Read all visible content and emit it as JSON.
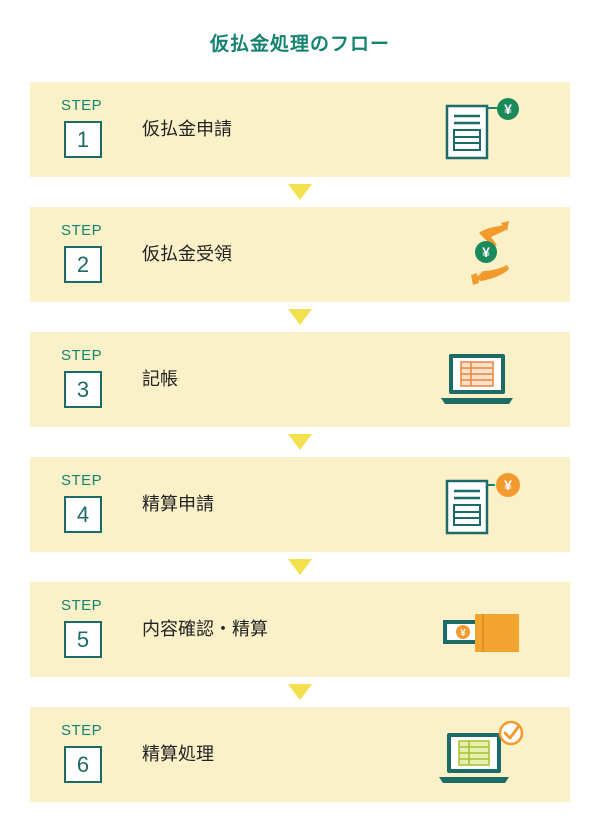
{
  "title": "仮払金処理のフロー",
  "steps": [
    {
      "label": "STEP",
      "number": "1",
      "text": "仮払金申請",
      "icon": "document-yen-icon"
    },
    {
      "label": "STEP",
      "number": "2",
      "text": "仮払金受領",
      "icon": "hands-yen-icon"
    },
    {
      "label": "STEP",
      "number": "3",
      "text": "記帳",
      "icon": "laptop-spreadsheet-icon"
    },
    {
      "label": "STEP",
      "number": "4",
      "text": "精算申請",
      "icon": "document-yen-orange-icon"
    },
    {
      "label": "STEP",
      "number": "5",
      "text": "内容確認・精算",
      "icon": "money-envelope-icon"
    },
    {
      "label": "STEP",
      "number": "6",
      "text": "精算処理",
      "icon": "laptop-check-icon"
    }
  ],
  "colors": {
    "accent": "#14836f",
    "box_bg": "#fbf1c9",
    "arrow": "#f2e04e",
    "yen_green": "#1a8a5a",
    "yen_orange": "#f29a2e"
  }
}
